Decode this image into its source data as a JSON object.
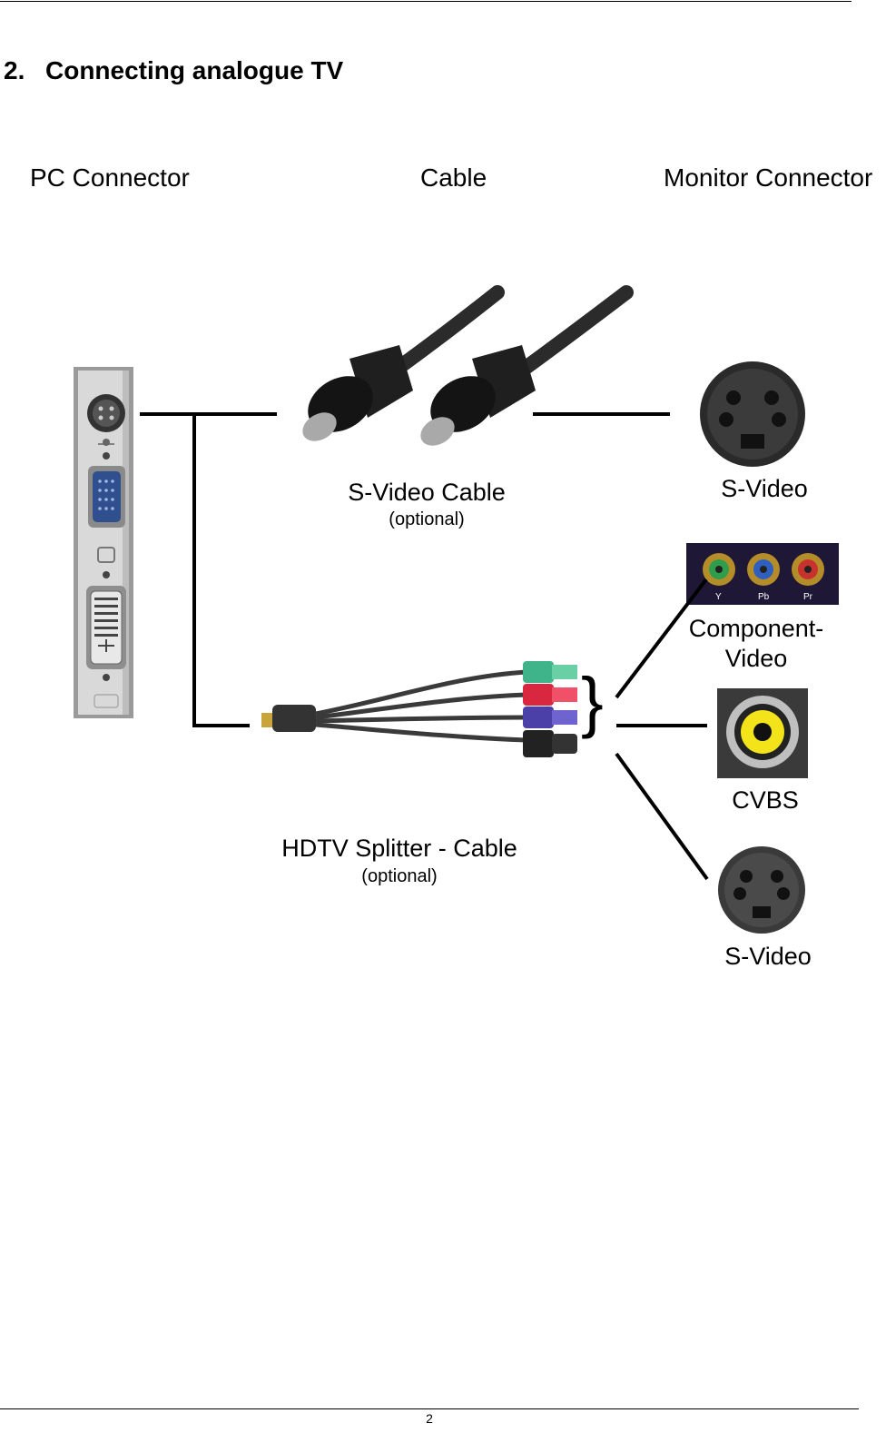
{
  "section": {
    "number": "2.",
    "title": "Connecting analogue TV"
  },
  "columns": {
    "pc": "PC Connector",
    "cable": "Cable",
    "monitor": "Monitor Connector"
  },
  "cables": {
    "svideo": {
      "label": "S-Video Cable",
      "note": "(optional)"
    },
    "hdtv": {
      "label": "HDTV Splitter - Cable",
      "note": "(optional)"
    }
  },
  "monitor_connectors": {
    "svideo_top": "S-Video",
    "component": {
      "line1": "Component-",
      "line2": "Video",
      "jacks": [
        "Y",
        "Pb",
        "Pr"
      ]
    },
    "cvbs": "CVBS",
    "svideo_bottom": "S-Video"
  },
  "footer": {
    "page": "2"
  }
}
